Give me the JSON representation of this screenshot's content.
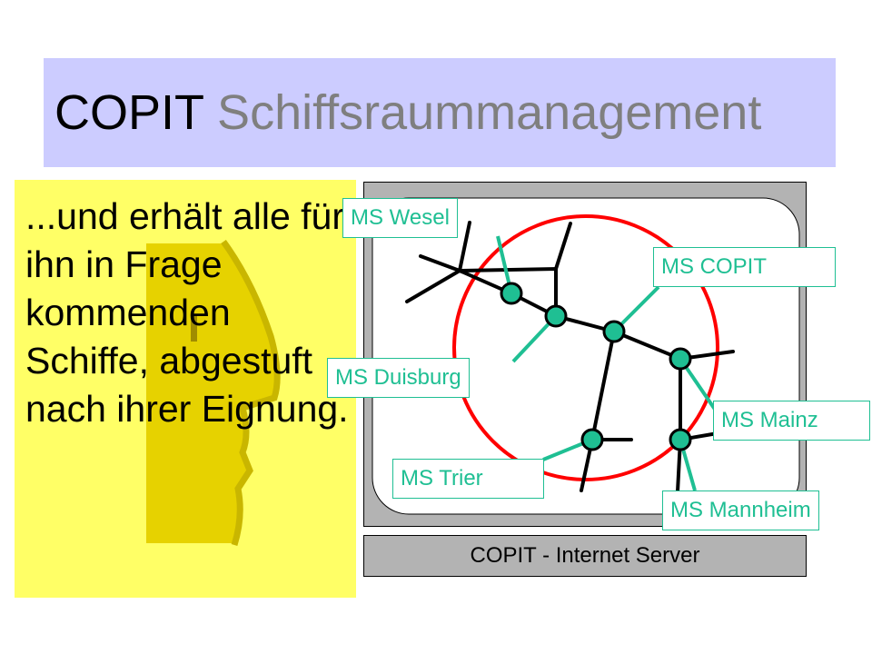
{
  "header": {
    "title_main": "COPIT",
    "title_sub": "Schiffsraummanagement"
  },
  "note": {
    "text": "...und erhält alle für ihn in Frage kommenden Schiffe, abgestuft nach ihrer Eignung."
  },
  "server": {
    "label": "COPIT - Internet Server"
  },
  "ships": {
    "wesel": "MS Wesel",
    "copit": "MS COPIT",
    "duisburg": "MS Duisburg",
    "mainz": "MS Mainz",
    "trier": "MS Trier",
    "mannheim": "MS Mannheim"
  },
  "colors": {
    "title_bg": "#ccccff",
    "note_bg": "#ffff66",
    "server_bg": "#b3b3b3",
    "ring": "#ff0000",
    "node": "#1fbf93"
  }
}
